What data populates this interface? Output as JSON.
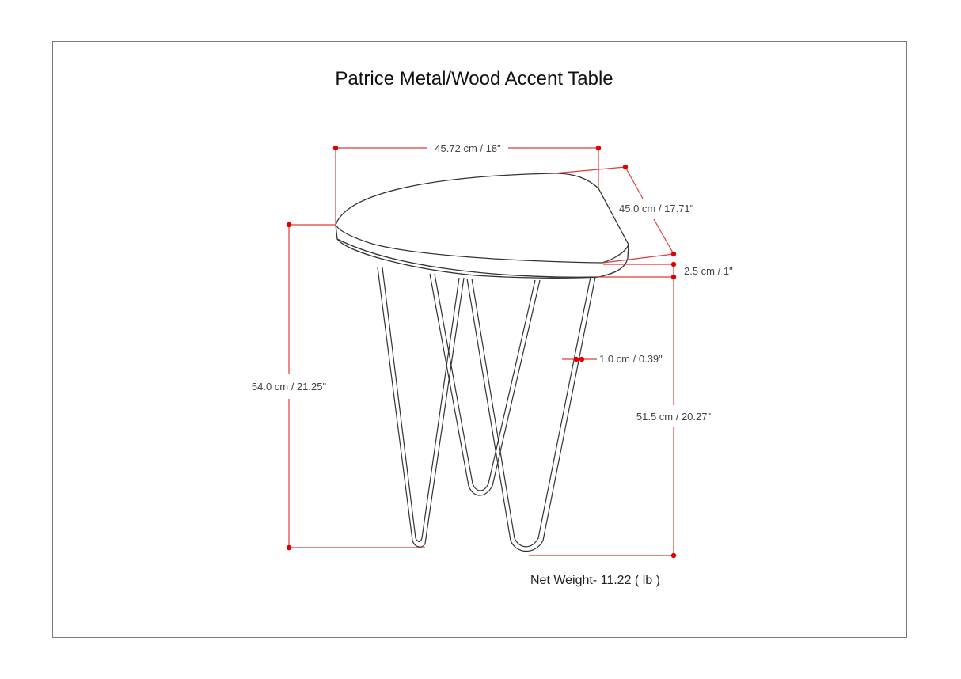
{
  "title": "Patrice Metal/Wood Accent Table",
  "dimensions": {
    "top_width": "45.72 cm / 18\"",
    "top_depth": "45.0 cm / 17.71\"",
    "top_thickness": "2.5 cm / 1\"",
    "total_height": "54.0 cm / 21.25\"",
    "leg_height": "51.5 cm / 20.27\"",
    "leg_diameter": "1.0 cm / 0.39\""
  },
  "net_weight": "Net Weight- 11.22 ( lb )",
  "colors": {
    "dimension_line": "#e23b3b",
    "dimension_dot": "#e00000",
    "drawing_line": "#333333",
    "frame": "#7a7a7a"
  }
}
